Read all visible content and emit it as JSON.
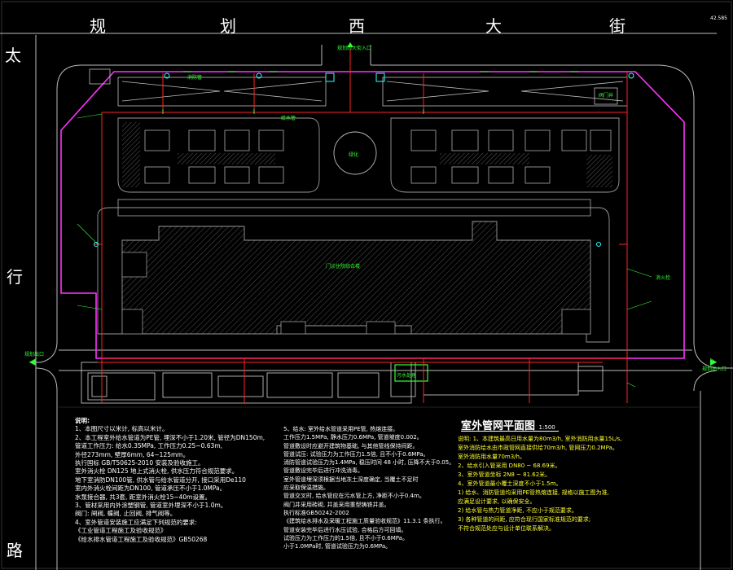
{
  "colors": {
    "background": "#000000",
    "fire_main": "#ff2222",
    "boundary": "#ff33ff",
    "buildings": "#9a9a9a",
    "labels_green": "#33ff33",
    "notes_yellow": "#ffff33",
    "valve_cyan": "#33ffff"
  },
  "streets": {
    "north": [
      "规",
      "划",
      "西",
      "大",
      "街"
    ],
    "west": [
      "太",
      "行",
      "路"
    ]
  },
  "corner_elevation": "42.585",
  "labels": {
    "gate_top": "规划西大街入口",
    "gate_left": "规划出口",
    "gate_right": "规划出入口",
    "center_circle": "绿化",
    "main_building": "门诊住院综合楼",
    "south_room": "污水处理",
    "pipe_1": "给水管",
    "pipe_2": "消防管",
    "hydrant": "消火栓",
    "valve_well": "阀门井"
  },
  "notes_left": {
    "heading": "说明:",
    "lines": [
      "1、本图尺寸以米计, 标高以米计。",
      "2、本工程室外给水管道为PE管, 埋深不小于1.20米, 管径为DN150m,",
      "   管道工作压力: 给水0.35MPa, 工作压力0.25~0.63m,",
      "   外径273mm, 壁厚6mm, 64~125mm。",
      "   执行国标 GB/T50625-2010 安装及验收施工。",
      "   室外消火栓 DN125 地上式消火栓, 供水压力符合规范要求。",
      "   地下室消防DN100管, 供水管与给水管道分开, 接口采用De110",
      "   室内外消火栓间距为DN100, 管道承压不小于1.0MPa。",
      "   水泵接合器, 共3套, 距室外消火栓15~40m设置。",
      "3、管材采用内外涂塑钢管, 管道室外埋深不小于1.0m。",
      "   阀门: 闸阀, 蝶阀, 止回阀, 排气阀等。",
      "4、室外管道安装施工应满足下列规范的要求:",
      "   《工业管道工程施工及验收规范》",
      "   《给水排水管道工程施工及验收规范》GB50268"
    ]
  },
  "notes_middle": {
    "lines": [
      "5、给水: 室外给水管道采用PE管, 热熔连接。",
      "   工作压力1.5MPa, 静水压力0.6MPa, 管道坡度0.002。",
      "   管道敷设时应避开建筑物基础, 与其他管线保持间距。",
      "   管道试压: 试验压力为工作压力1.5倍, 且不小于0.6MPa。",
      "   消防管道试验压力为1.4MPa, 稳压时间 48 小时, 压降不大于0.05。",
      "   管道敷设完毕后进行冲洗消毒。",
      "   室外管道埋深须根据当地冻土深度确定, 当覆土不足时",
      "   应采取保温措施。",
      "   管道交叉时, 给水管应在污水管上方, 净距不小于0.4m。",
      "   阀门井采用砖砌, 井盖采用重型铸铁井盖。",
      "   执行标准GB50242-2002",
      "   《建筑给水排水及采暖工程施工质量验收规范》11.3.1 条执行。",
      "   管道安装完毕后进行水压试验, 合格后方可回填。",
      "   试验压力为工作压力的1.5倍, 且不小于0.6MPa。",
      "   小于1.0MPa时, 管道试验压力为0.6MPa。"
    ]
  },
  "plan_title": {
    "text": "室外管网平面图",
    "scale": "1:500"
  },
  "notes_right": {
    "lines": [
      "说明: 1、本建筑最高日用水量为80m3/h, 室外消防用水量15L/s,",
      "      室外消防给水由市政管网直接供给70m3/h, 管网压力0.2MPa。",
      "      室外消防用水量70m3/h。",
      "   2、给水引入管采用 DN80 ~ 68.69米。",
      "   3、室外管道坐标 2N8 ~ 81.62米。",
      "   4、室外管道最小覆土深度不小于1.5m。",
      "   1) 给水、消防管道均采用PE管热熔连接, 规格以施工图为准,",
      "      应满足设计要求, 以确保安全。",
      "   2) 给水管与热力管道净距, 不应小于规范要求。",
      "   3) 各种管道的间距, 应符合现行国家标准规范的要求;",
      "      不符合规范处应与设计单位联系解决。"
    ]
  }
}
